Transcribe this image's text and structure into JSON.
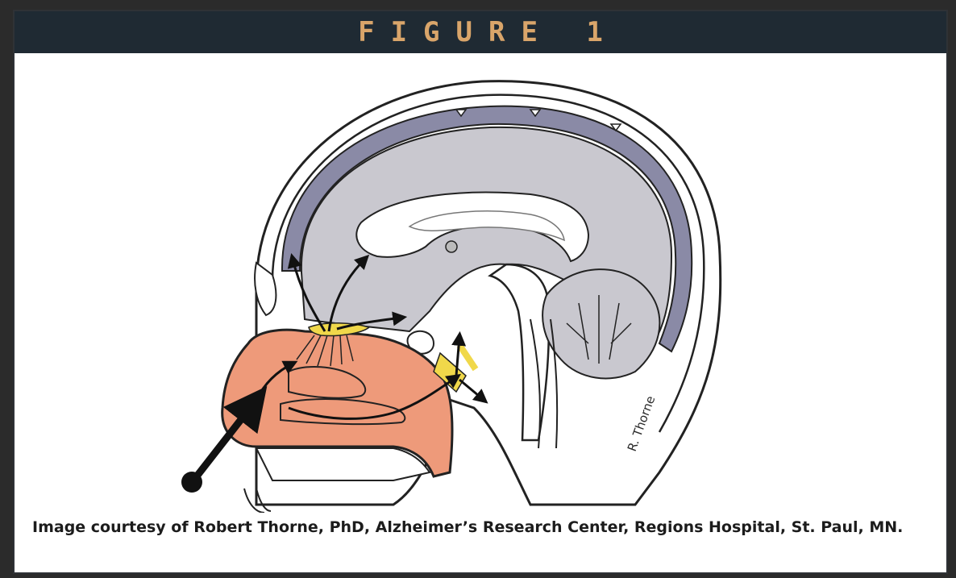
{
  "figure": {
    "title": "FIGURE 1",
    "signature": "R. Thorne",
    "caption": "Image courtesy of Robert Thorne, PhD, Alzheimer’s Research Center, Regions Hospital, St. Paul, MN."
  },
  "colors": {
    "banner_background": "#1f2a33",
    "banner_text": "#d9a56a",
    "brain": "#c9c8cf",
    "meninges": "#8a8aa6",
    "nasal_cavity": "#ee9a7a",
    "nerves": "#f0d84a"
  }
}
